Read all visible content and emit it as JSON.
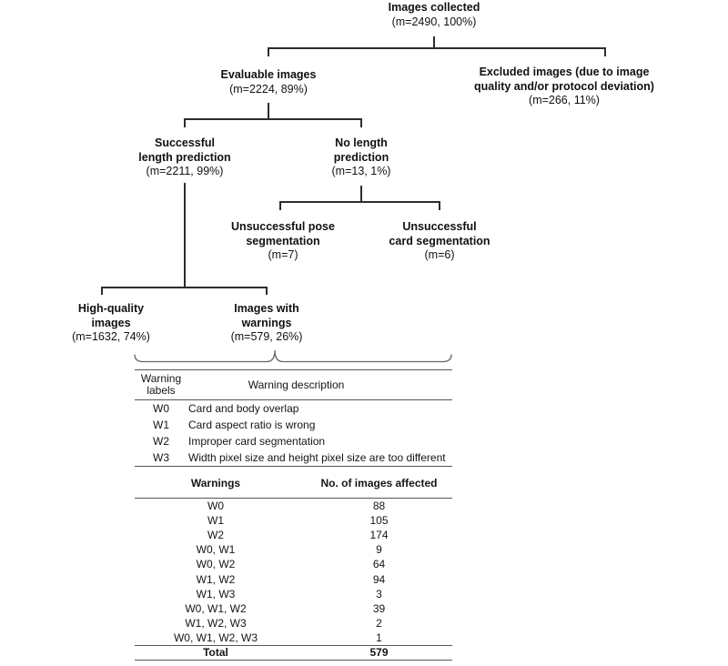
{
  "flowchart": {
    "nodes": {
      "images_collected": {
        "line1": "Images collected",
        "stat": "(m=2490, 100%)"
      },
      "evaluable": {
        "line1": "Evaluable images",
        "stat": "(m=2224, 89%)"
      },
      "excluded": {
        "line1": "Excluded images (due to image",
        "line2": "quality and/or protocol deviation)",
        "stat": "(m=266, 11%)"
      },
      "successful": {
        "line1": "Successful",
        "line2": "length prediction",
        "stat": "(m=2211, 99%)"
      },
      "no_length": {
        "line1": "No length",
        "line2": "prediction",
        "stat": "(m=13, 1%)"
      },
      "pose_seg": {
        "line1": "Unsuccessful pose",
        "line2": "segmentation",
        "stat": "(m=7)"
      },
      "card_seg": {
        "line1": "Unsuccessful",
        "line2": "card segmentation",
        "stat": "(m=6)"
      },
      "high_quality": {
        "line1": "High-quality",
        "line2": "images",
        "stat": "(m=1632, 74%)"
      },
      "with_warnings": {
        "line1": "Images with",
        "line2": "warnings",
        "stat": "(m=579, 26%)"
      }
    }
  },
  "warning_table": {
    "col1_header": "Warning labels",
    "col2_header": "Warning description",
    "rows": [
      {
        "label": "W0",
        "description": "Card and body overlap"
      },
      {
        "label": "W1",
        "description": "Card aspect ratio is wrong"
      },
      {
        "label": "W2",
        "description": "Improper card segmentation"
      },
      {
        "label": "W3",
        "description": "Width pixel size and height pixel size are too different"
      }
    ]
  },
  "count_table": {
    "col1_header": "Warnings",
    "col2_header": "No. of images affected",
    "rows": [
      {
        "warnings": "W0",
        "count": "88"
      },
      {
        "warnings": "W1",
        "count": "105"
      },
      {
        "warnings": "W2",
        "count": "174"
      },
      {
        "warnings": "W0, W1",
        "count": "9"
      },
      {
        "warnings": "W0, W2",
        "count": "64"
      },
      {
        "warnings": "W1, W2",
        "count": "94"
      },
      {
        "warnings": "W1, W3",
        "count": "3"
      },
      {
        "warnings": "W0, W1, W2",
        "count": "39"
      },
      {
        "warnings": "W1, W2, W3",
        "count": "2"
      },
      {
        "warnings": "W0, W1, W2, W3",
        "count": "1"
      }
    ],
    "total_label": "Total",
    "total_value": "579"
  }
}
